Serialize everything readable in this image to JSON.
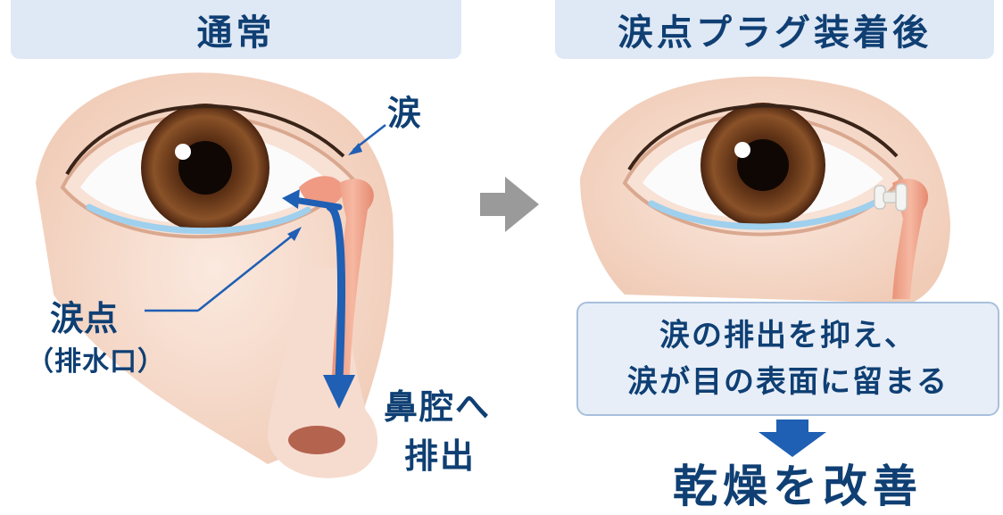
{
  "panels": {
    "left": {
      "title": "通常"
    },
    "right": {
      "title": "涙点プラグ装着後"
    }
  },
  "labels": {
    "tear": "涙",
    "punctum": "涙点",
    "punctum_note": "（排水口）",
    "nasal_line1": "鼻腔へ",
    "nasal_line2": "排出"
  },
  "result_box": {
    "line1": "涙の排出を抑え、",
    "line2": "涙が目の表面に留まる"
  },
  "outcome": "乾燥を改善",
  "colors": {
    "heading_text": "#0f3f73",
    "header_bg": "#dfe8f5",
    "arrow_blue": "#1f5fb4",
    "tear_blue": "#9fd0ee",
    "skin": "#f3d2c1",
    "iris": "#7a4624",
    "gray_arrow": "#9a9a9a",
    "plug": "#f4f4f2"
  },
  "icons": {
    "transition": "right-arrow-icon",
    "result": "down-arrow-icon"
  }
}
